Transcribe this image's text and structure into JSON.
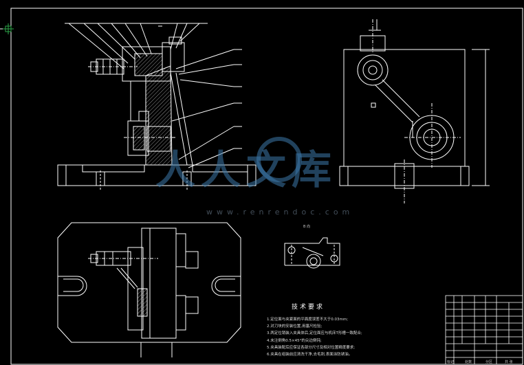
{
  "colors": {
    "background": "#000000",
    "line": "#ffffff",
    "hatch": "#bbbbbb",
    "watermark": "#3c78aa",
    "frame_marker": "#2ea84a"
  },
  "watermark": {
    "cn": "人人文库",
    "url": "www.renrendoc.com"
  },
  "view_label": "B 向",
  "technical_requirements": {
    "title": "技术要求",
    "items": [
      "1.定位面与夹紧面的平面度误差不大于0.03mm;",
      "2.对刀块的安装位置,用塞尺检验;",
      "3.两定位销装入夹具体后,定位面应与机床T形槽一致配合;",
      "4.未注倒角0.5×45°的尖边倒钝;",
      "5.夹具装配后应保证各部分尺寸及相对位置精度要求;",
      "6.夹具在组装前应清洗干净,去毛刺,表面涂防锈油。"
    ]
  },
  "title_block": {
    "bottom_labels": [
      "标记",
      "处数",
      "分区",
      "共 张"
    ]
  }
}
